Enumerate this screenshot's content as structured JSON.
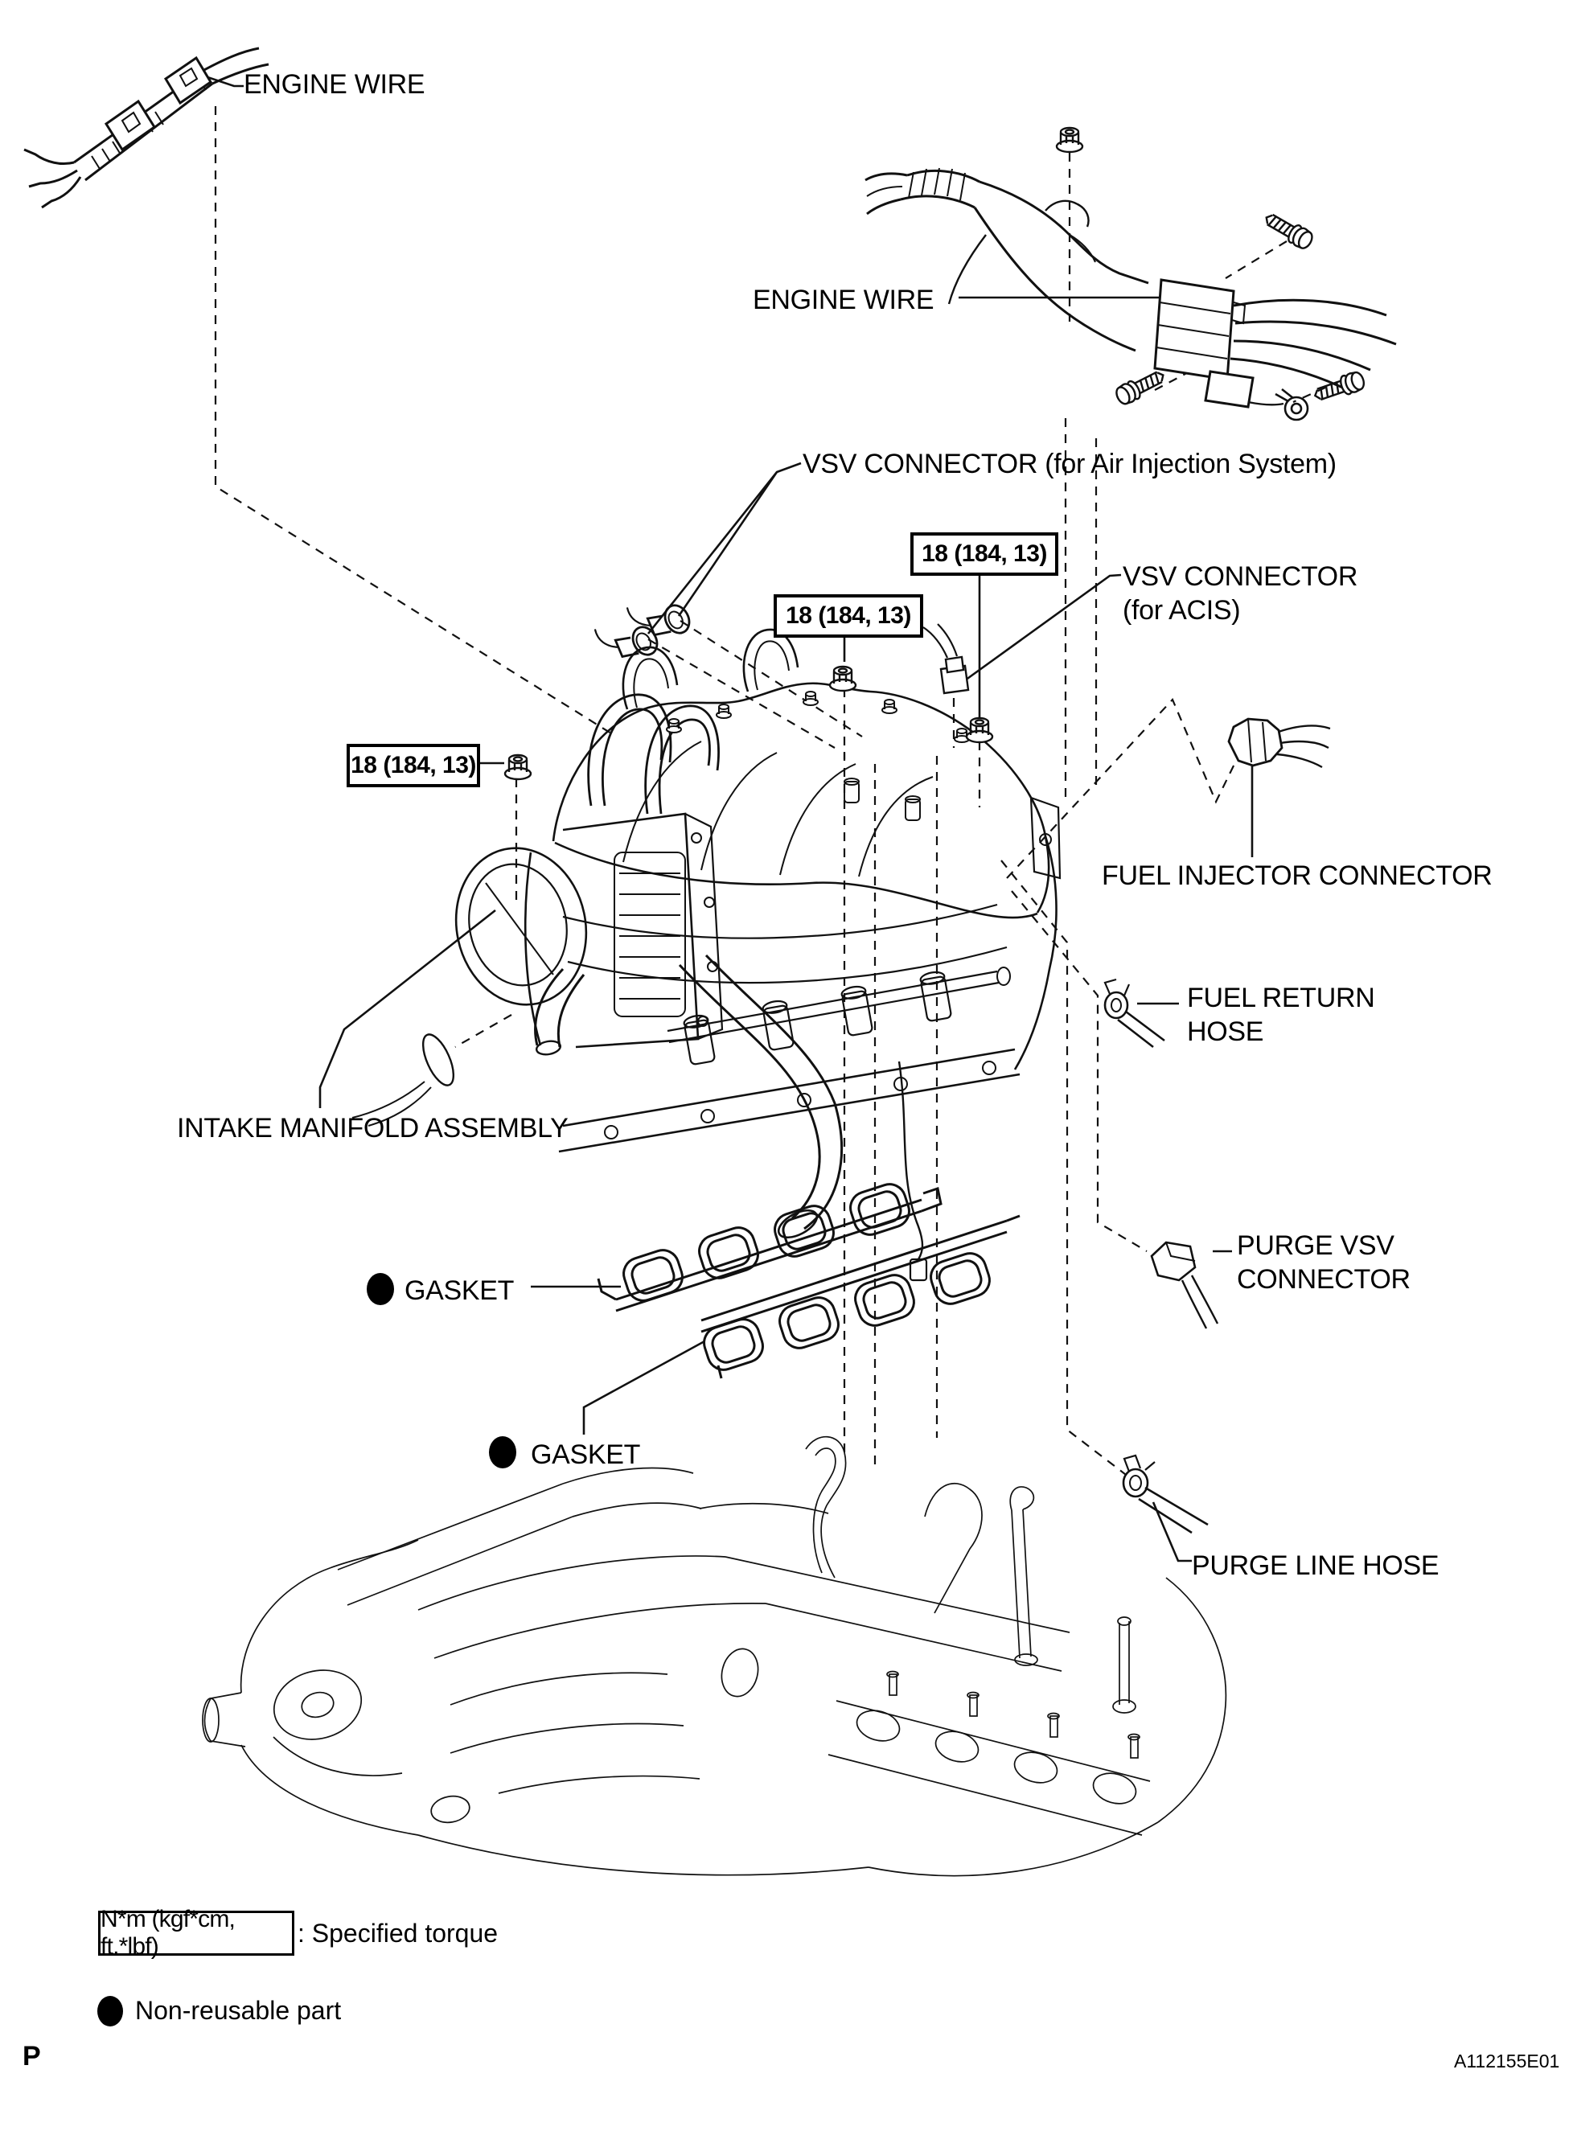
{
  "figure": {
    "page_letter": "P",
    "code": "A112155E01"
  },
  "colors": {
    "line": "#111111",
    "background": "#ffffff"
  },
  "callouts": {
    "engine_wire_top": "ENGINE WIRE",
    "engine_wire_right": "ENGINE WIRE",
    "vsv_air_injection": "VSV CONNECTOR (for Air Injection System)",
    "vsv_acis": "VSV CONNECTOR\n(for ACIS)",
    "fuel_injector_connector": "FUEL INJECTOR CONNECTOR",
    "fuel_return_hose": "FUEL RETURN\nHOSE",
    "intake_manifold_assembly": "INTAKE MANIFOLD ASSEMBLY",
    "gasket_upper": "GASKET",
    "gasket_lower": "GASKET",
    "purge_vsv_connector": "PURGE VSV\nCONNECTOR",
    "purge_line_hose": "PURGE LINE HOSE"
  },
  "torque_boxes": [
    "18 (184, 13)",
    "18 (184, 13)",
    "18 (184, 13)"
  ],
  "legend": {
    "torque_symbol": "N*m (kgf*cm, ft.*lbf)",
    "torque_label": ": Specified torque",
    "non_reusable_label": "Non-reusable part"
  }
}
